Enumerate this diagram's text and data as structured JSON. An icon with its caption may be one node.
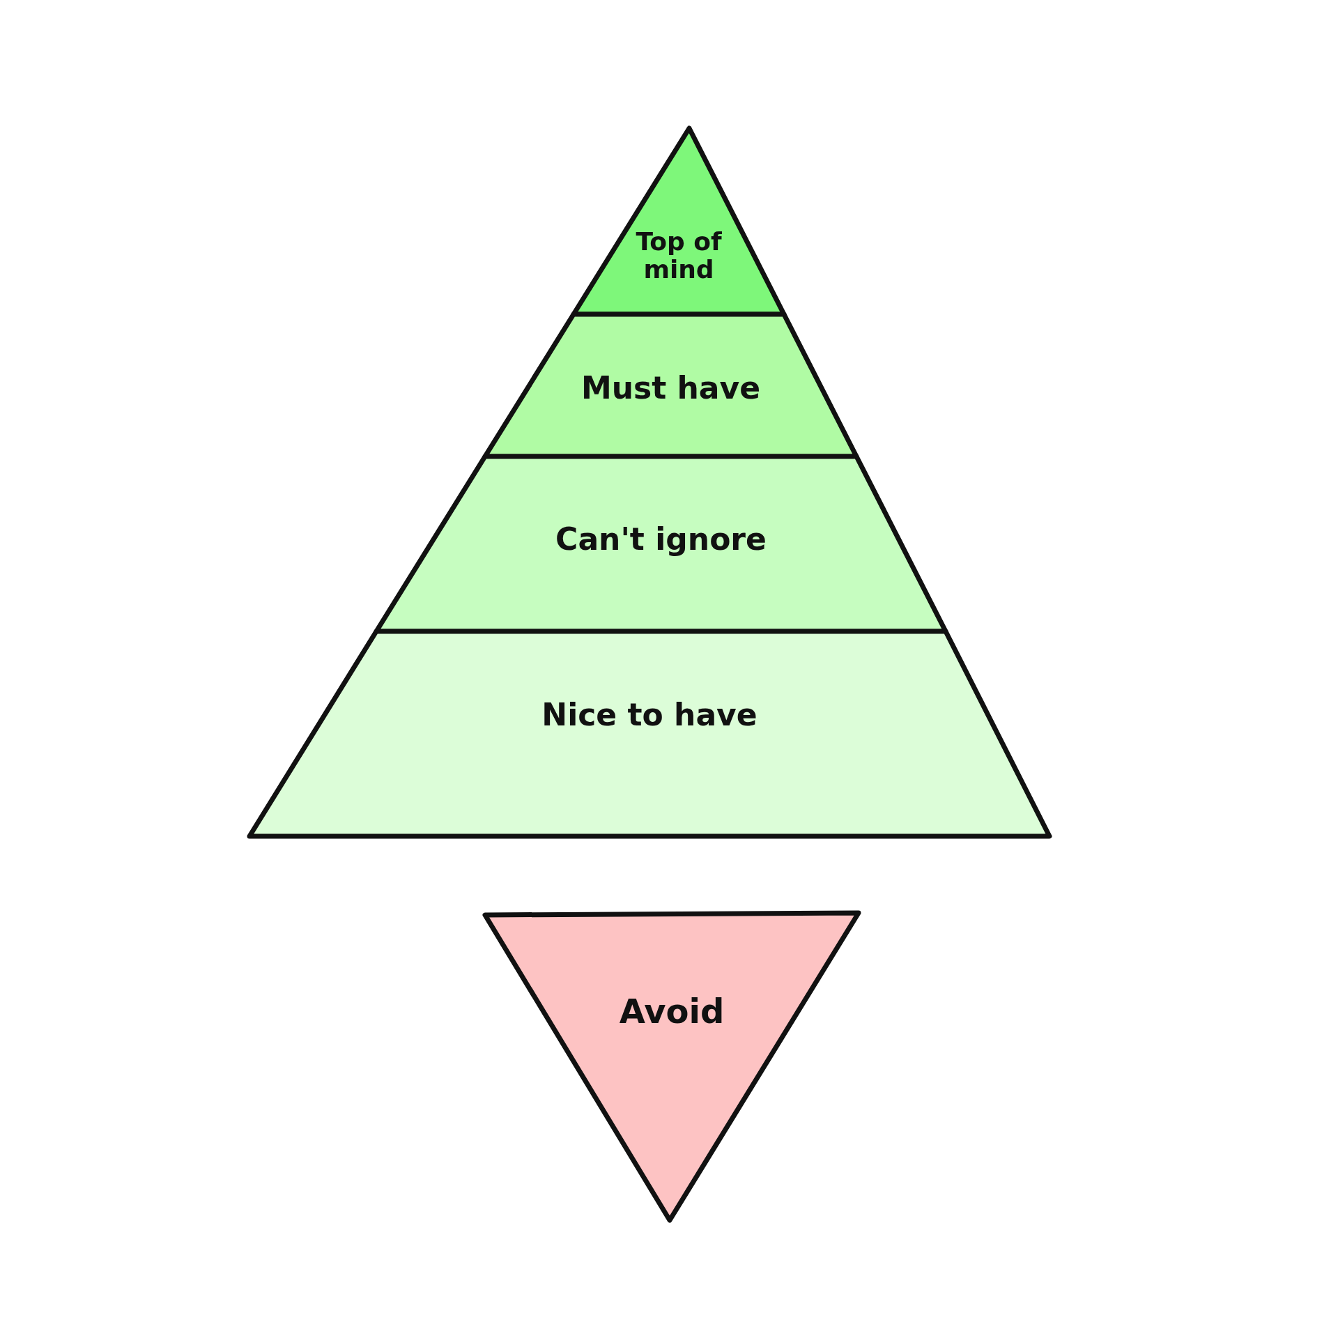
{
  "diagram": {
    "nodes": [
      {
        "text": [
          "Top of mind"
        ]
      },
      {
        "text": [
          "Must have"
        ]
      },
      {
        "text": [
          "Can't ignore"
        ]
      },
      {
        "text": [
          "Nice to have"
        ]
      },
      {
        "text": [
          "Avoid"
        ]
      }
    ]
  }
}
